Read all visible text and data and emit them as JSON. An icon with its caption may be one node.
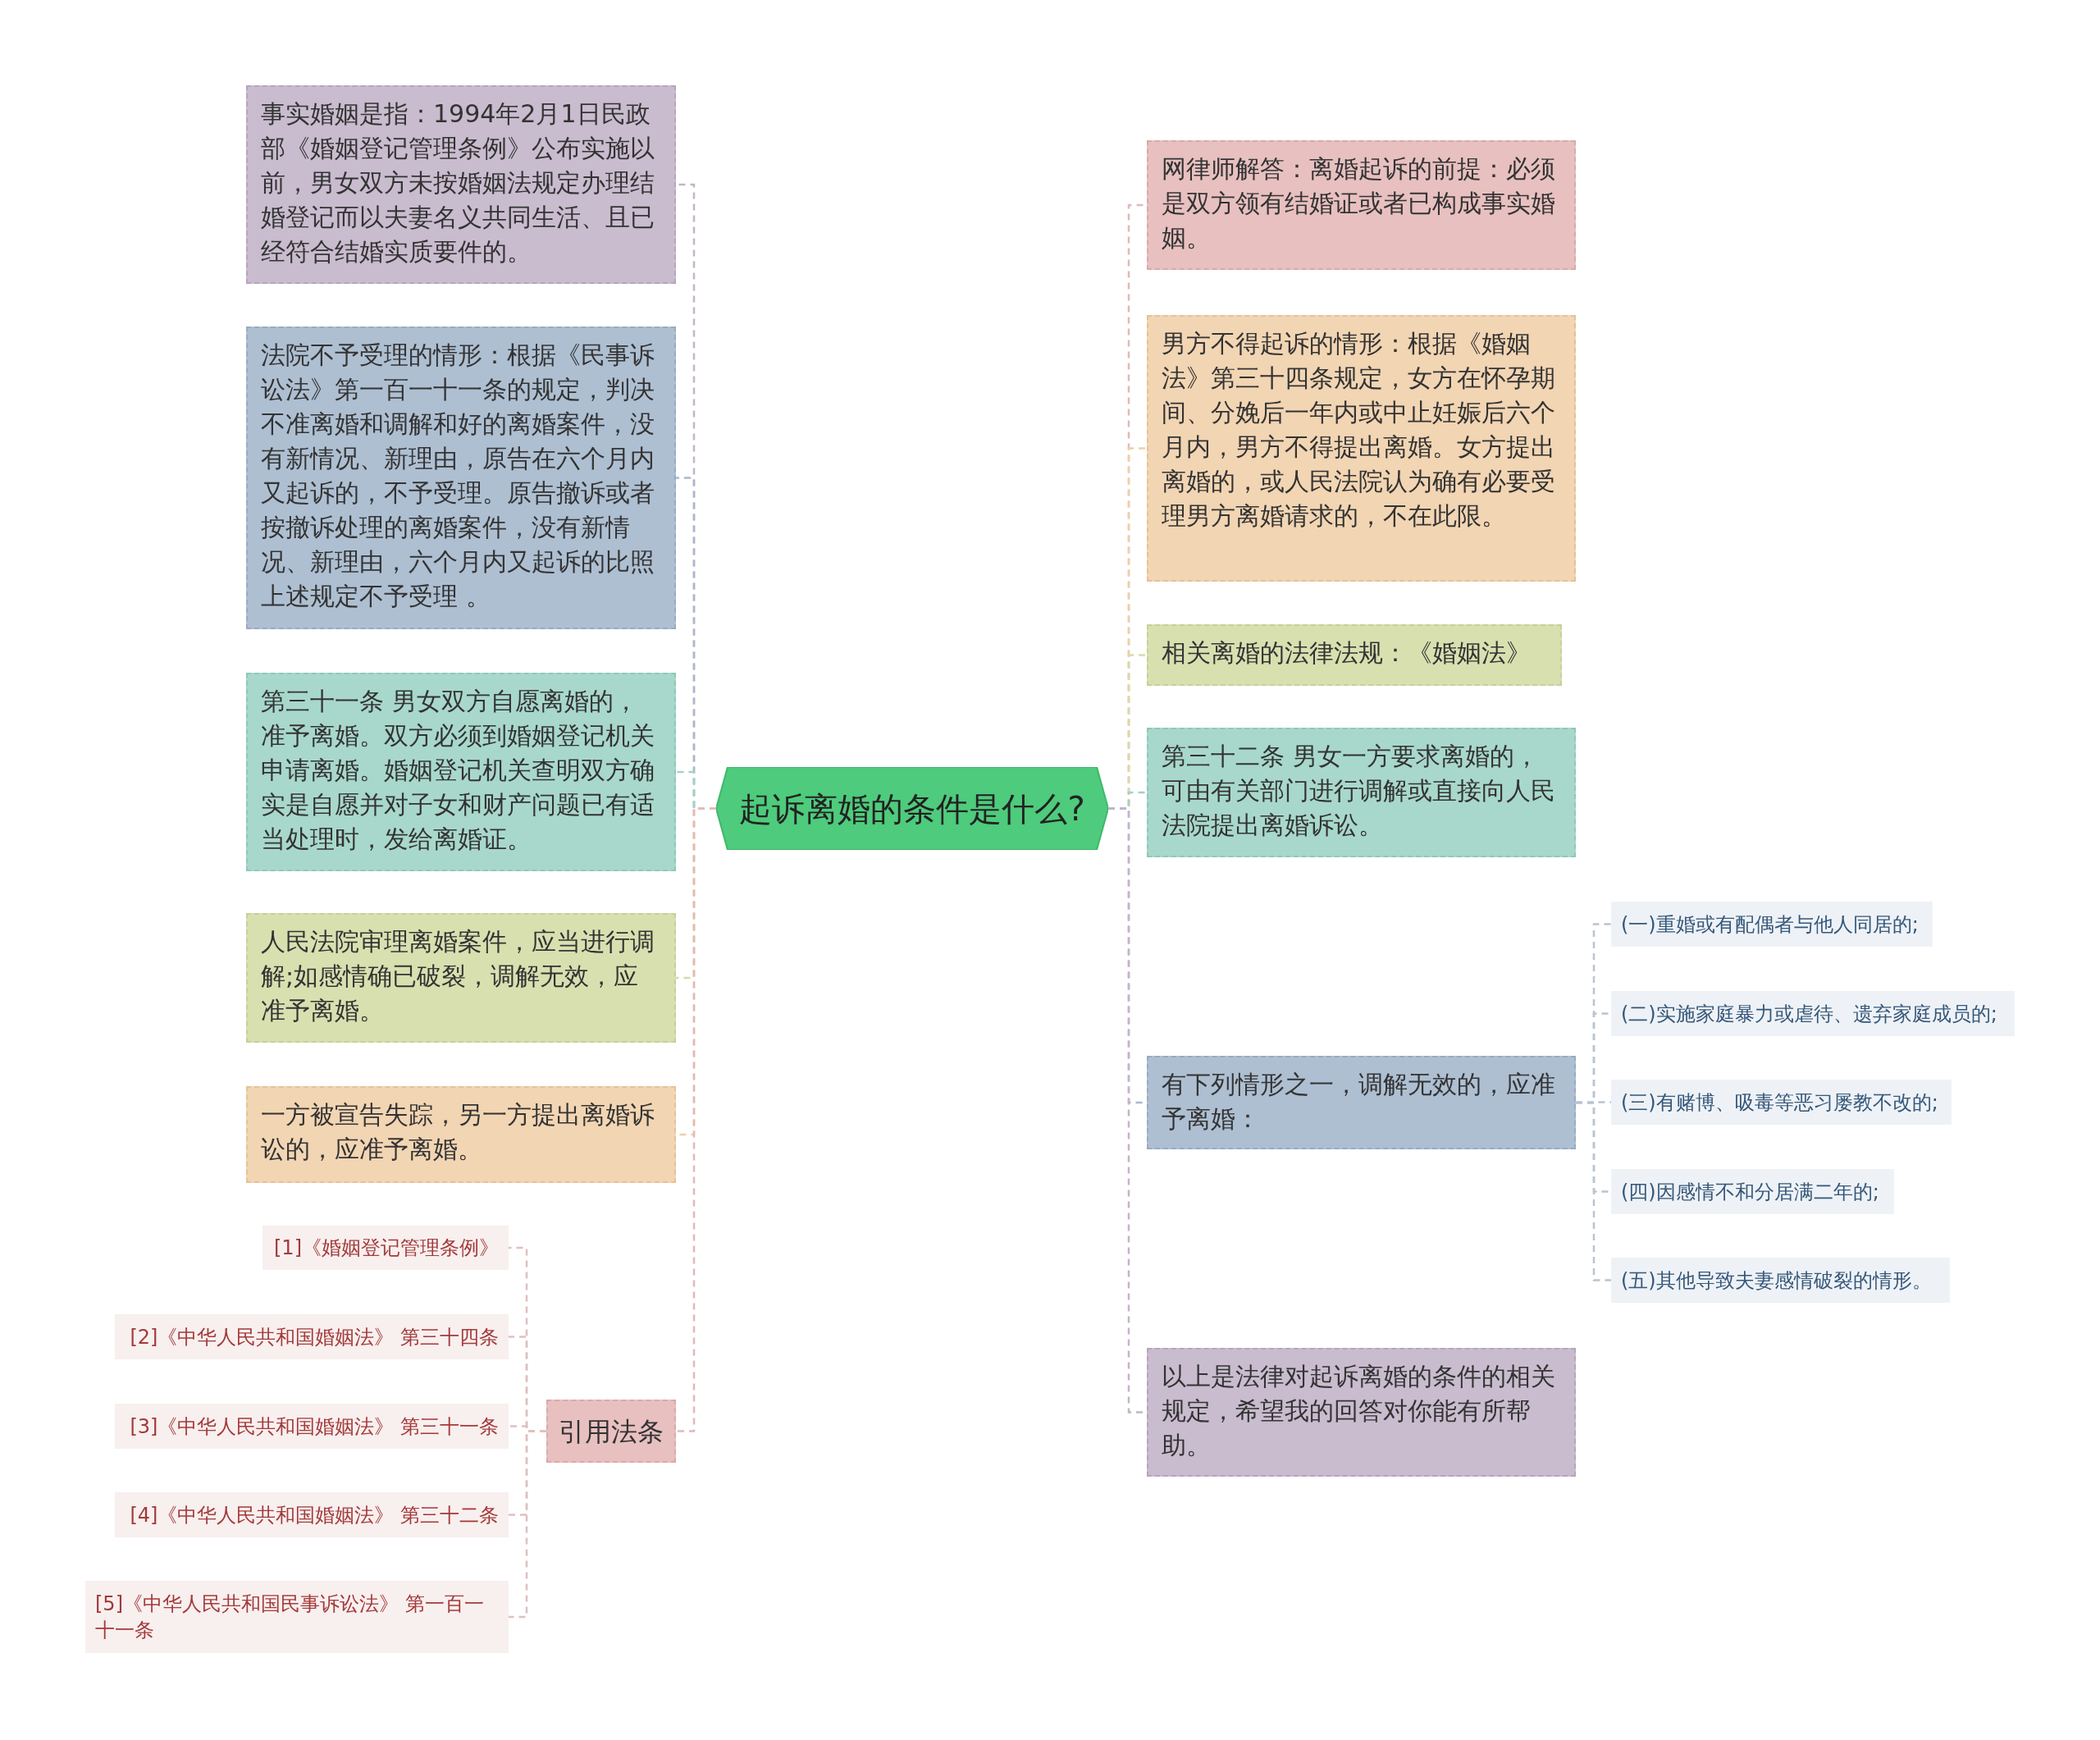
{
  "diagram": {
    "nodes": [
      {
        "text": [
          "起诉离婚的条件是什么?"
        ]
      },
      {
        "text": [
          "事实婚姻是指：1994年2月1日民政部《婚姻登记管理条例》公布实施以前，男女双方未按婚姻法规定办理结婚登记而以夫妻名义共同生活、且已经符合结婚实质要件的。"
        ]
      },
      {
        "text": [
          "法院不予受理的情形：根据《民事诉讼法》第一百一十一条的规定，判决不准离婚和调解和好的离婚案件，没有新情况、新理由，原告在六个月内又起诉的，不予受理。原告撤诉或者按撤诉处理的离婚案件，没有新情况、新理由，六个月内又起诉的比照上述规定不予受理 。"
        ]
      },
      {
        "text": [
          "第三十一条 男女双方自愿离婚的，准予离婚。双方必须到婚姻登记机关申请离婚。婚姻登记机关查明双方确实是自愿并对子女和财产问题已有适当处理时，发给离婚证。"
        ]
      },
      {
        "text": [
          "人民法院审理离婚案件，应当进行调解;如感情确已破裂，调解无效，应准予离婚。"
        ]
      },
      {
        "text": [
          "一方被宣告失踪，另一方提出离婚诉讼的，应准予离婚。"
        ]
      },
      {
        "text": [
          "引用法条"
        ]
      },
      {
        "text": [
          "[1]《婚姻登记管理条例》"
        ]
      },
      {
        "text": [
          "[2]《中华人民共和国婚姻法》 第三十四条"
        ]
      },
      {
        "text": [
          "[3]《中华人民共和国婚姻法》 第三十一条"
        ]
      },
      {
        "text": [
          "[4]《中华人民共和国婚姻法》 第三十二条"
        ]
      },
      {
        "text": [
          "[5]《中华人民共和国民事诉讼法》 第一百一十一条"
        ]
      },
      {
        "text": [
          "网律师解答：离婚起诉的前提：必须是双方领有结婚证或者已构成事实婚姻。"
        ]
      },
      {
        "text": [
          "男方不得起诉的情形：根据《婚姻法》第三十四条规定，女方在怀孕期间、分娩后一年内或中止妊娠后六个月内，男方不得提出离婚。女方提出离婚的，或人民法院认为确有必要受理男方离婚请求的，不在此限。"
        ]
      },
      {
        "text": [
          "相关离婚的法律法规：《婚姻法》"
        ]
      },
      {
        "text": [
          "第三十二条 男女一方要求离婚的，可由有关部门进行调解或直接向人民法院提出离婚诉讼。"
        ]
      },
      {
        "text": [
          "有下列情形之一，调解无效的，应准予离婚："
        ]
      },
      {
        "text": [
          "(一)重婚或有配偶者与他人同居的;"
        ]
      },
      {
        "text": [
          "(二)实施家庭暴力或虐待、遗弃家庭成员的;"
        ]
      },
      {
        "text": [
          "(三)有赌博、吸毒等恶习屡教不改的;"
        ]
      },
      {
        "text": [
          "(四)因感情不和分居满二年的;"
        ]
      },
      {
        "text": [
          "(五)其他导致夫妻感情破裂的情形。"
        ]
      },
      {
        "text": [
          "以上是法律对起诉离婚的条件的相关规定，希望我的回答对你能有所帮助。"
        ]
      }
    ],
    "edges": [
      {
        "from": 0,
        "to": 1,
        "arrow": "none",
        "style": "dashed",
        "color": "#c6b3c8"
      },
      {
        "from": 0,
        "to": 2,
        "arrow": "none",
        "style": "dashed",
        "color": "#a9b8cc"
      },
      {
        "from": 0,
        "to": 3,
        "arrow": "none",
        "style": "dashed",
        "color": "#9fd4c4"
      },
      {
        "from": 0,
        "to": 4,
        "arrow": "none",
        "style": "dashed",
        "color": "#d5dca8"
      },
      {
        "from": 0,
        "to": 5,
        "arrow": "none",
        "style": "dashed",
        "color": "#f0cfa8"
      },
      {
        "from": 0,
        "to": 6,
        "arrow": "none",
        "style": "dashed",
        "color": "#e4b8b8"
      },
      {
        "from": 6,
        "to": 7,
        "arrow": "none",
        "style": "dashed",
        "color": "#e0c0c0"
      },
      {
        "from": 6,
        "to": 8,
        "arrow": "none",
        "style": "dashed",
        "color": "#e0c0c0"
      },
      {
        "from": 6,
        "to": 9,
        "arrow": "none",
        "style": "dashed",
        "color": "#e0c0c0"
      },
      {
        "from": 6,
        "to": 10,
        "arrow": "none",
        "style": "dashed",
        "color": "#e0c0c0"
      },
      {
        "from": 6,
        "to": 11,
        "arrow": "none",
        "style": "dashed",
        "color": "#e0c0c0"
      },
      {
        "from": 0,
        "to": 12,
        "arrow": "none",
        "style": "dashed",
        "color": "#e4b8b8"
      },
      {
        "from": 0,
        "to": 13,
        "arrow": "none",
        "style": "dashed",
        "color": "#f0cfa8"
      },
      {
        "from": 0,
        "to": 14,
        "arrow": "none",
        "style": "dashed",
        "color": "#d5dca8"
      },
      {
        "from": 0,
        "to": 15,
        "arrow": "none",
        "style": "dashed",
        "color": "#9fd4c4"
      },
      {
        "from": 0,
        "to": 16,
        "arrow": "none",
        "style": "dashed",
        "color": "#a9b8cc"
      },
      {
        "from": 16,
        "to": 17,
        "arrow": "none",
        "style": "dashed",
        "color": "#b8c4d2"
      },
      {
        "from": 16,
        "to": 18,
        "arrow": "none",
        "style": "dashed",
        "color": "#b8c4d2"
      },
      {
        "from": 16,
        "to": 19,
        "arrow": "none",
        "style": "dashed",
        "color": "#b8c4d2"
      },
      {
        "from": 16,
        "to": 20,
        "arrow": "none",
        "style": "dashed",
        "color": "#b8c4d2"
      },
      {
        "from": 16,
        "to": 21,
        "arrow": "none",
        "style": "dashed",
        "color": "#b8c4d2"
      },
      {
        "from": 0,
        "to": 22,
        "arrow": "none",
        "style": "dashed",
        "color": "#c6b3c8"
      }
    ]
  }
}
